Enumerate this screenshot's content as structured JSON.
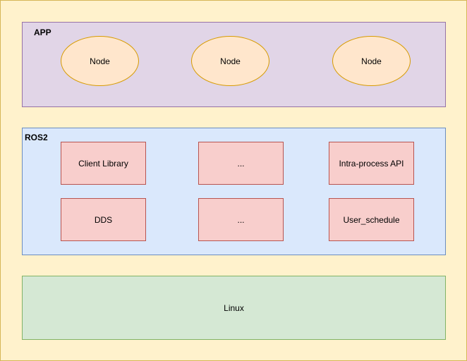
{
  "app": {
    "title": "APP",
    "nodes": [
      "Node",
      "Node",
      "Node"
    ]
  },
  "ros2": {
    "title": "ROS2",
    "components": [
      [
        "Client Library",
        "...",
        "Intra-process API"
      ],
      [
        "DDS",
        "...",
        "User_schedule"
      ]
    ]
  },
  "linux": {
    "label": "Linux"
  },
  "colors": {
    "background": "#fff2cc",
    "app_layer": "#e1d5e7",
    "ros_layer": "#dae8fc",
    "linux_layer": "#d5e8d4",
    "node_fill": "#ffe6cc",
    "component_fill": "#f8cecc"
  }
}
